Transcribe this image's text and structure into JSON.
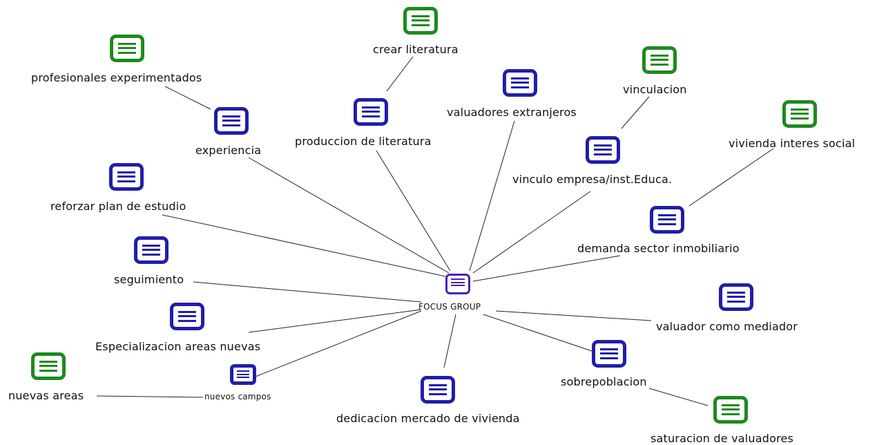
{
  "diagram": {
    "center": {
      "id": "focus",
      "label": "FOCUS GROUP",
      "color": "purple",
      "icon": "memo-icon"
    },
    "nodes": [
      {
        "id": "crear",
        "label": "crear literatura",
        "color": "green",
        "icon": "memo-icon"
      },
      {
        "id": "prof",
        "label": "profesionales experimentados",
        "color": "green",
        "icon": "memo-icon"
      },
      {
        "id": "vinculacion",
        "label": "vinculacion",
        "color": "green",
        "icon": "memo-icon"
      },
      {
        "id": "vivienda",
        "label": "vivienda interes social",
        "color": "green",
        "icon": "memo-icon"
      },
      {
        "id": "nuevas",
        "label": "nuevas areas",
        "color": "green",
        "icon": "memo-icon"
      },
      {
        "id": "saturacion",
        "label": "saturacion de valuadores",
        "color": "green",
        "icon": "memo-icon"
      },
      {
        "id": "experiencia",
        "label": "experiencia",
        "color": "blue",
        "icon": "memo-icon"
      },
      {
        "id": "produccion",
        "label": "produccion de literatura",
        "color": "blue",
        "icon": "memo-icon"
      },
      {
        "id": "extranjeros",
        "label": "valuadores extranjeros",
        "color": "blue",
        "icon": "memo-icon"
      },
      {
        "id": "vinculo",
        "label": "vinculo empresa/inst.Educa.",
        "color": "blue",
        "icon": "memo-icon"
      },
      {
        "id": "demanda",
        "label": "demanda sector inmobiliario",
        "color": "blue",
        "icon": "memo-icon"
      },
      {
        "id": "reforzar",
        "label": "reforzar plan de estudio",
        "color": "blue",
        "icon": "memo-icon"
      },
      {
        "id": "seguimiento",
        "label": "seguimiento",
        "color": "blue",
        "icon": "memo-icon"
      },
      {
        "id": "especializacion",
        "label": "Especializacion areas nuevas",
        "color": "blue",
        "icon": "memo-icon"
      },
      {
        "id": "campos",
        "label": "nuevos campos",
        "color": "blue",
        "icon": "memo-icon"
      },
      {
        "id": "dedicacion",
        "label": "dedicacion mercado de vivienda",
        "color": "blue",
        "icon": "memo-icon"
      },
      {
        "id": "mediador",
        "label": "valuador como mediador",
        "color": "blue",
        "icon": "memo-icon"
      },
      {
        "id": "sobrepoblacion",
        "label": "sobrepoblacion",
        "color": "blue",
        "icon": "memo-icon"
      }
    ],
    "edges": [
      [
        "focus",
        "experiencia"
      ],
      [
        "focus",
        "produccion"
      ],
      [
        "focus",
        "extranjeros"
      ],
      [
        "focus",
        "vinculo"
      ],
      [
        "focus",
        "demanda"
      ],
      [
        "focus",
        "reforzar"
      ],
      [
        "focus",
        "seguimiento"
      ],
      [
        "focus",
        "especializacion"
      ],
      [
        "focus",
        "campos"
      ],
      [
        "focus",
        "dedicacion"
      ],
      [
        "focus",
        "mediador"
      ],
      [
        "focus",
        "sobrepoblacion"
      ],
      [
        "experiencia",
        "prof"
      ],
      [
        "produccion",
        "crear"
      ],
      [
        "vinculo",
        "vinculacion"
      ],
      [
        "demanda",
        "vivienda"
      ],
      [
        "campos",
        "nuevas"
      ],
      [
        "sobrepoblacion",
        "saturacion"
      ]
    ],
    "colors": {
      "blue": "#1f1fa8",
      "green": "#1d8a1d",
      "purple": "#4a1fb8",
      "line": "#222222"
    }
  }
}
